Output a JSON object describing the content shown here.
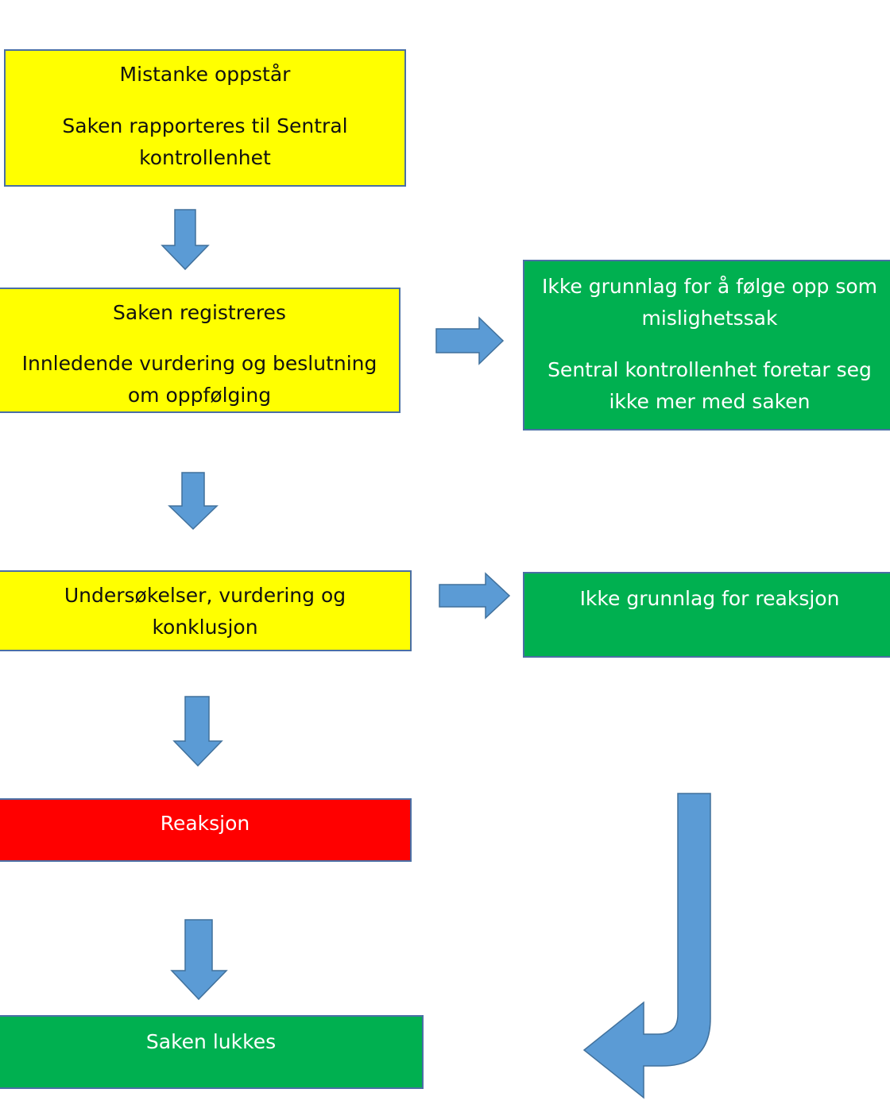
{
  "diagram": {
    "type": "flowchart",
    "colors": {
      "step": "#ffff00",
      "outcome_no_action": "#00b050",
      "reaction": "#ff0000",
      "arrow": "#5b9bd5"
    },
    "steps": [
      {
        "id": "mistanke",
        "lines": [
          "Mistanke oppstår",
          "Saken rapporteres til Sentral kontrollenhet"
        ]
      },
      {
        "id": "registreres",
        "lines": [
          "Saken registreres",
          "Innledende vurdering og beslutning om oppfølging"
        ]
      },
      {
        "id": "undersokelser",
        "lines": [
          "Undersøkelser, vurdering og konklusjon"
        ]
      },
      {
        "id": "reaksjon",
        "lines": [
          "Reaksjon"
        ]
      },
      {
        "id": "lukkes",
        "lines": [
          "Saken lukkes"
        ]
      }
    ],
    "side_outcomes": [
      {
        "id": "ikke-grunnlag-oppfolging",
        "lines": [
          "Ikke grunnlag for å følge opp som mislighetssak",
          "Sentral kontrollenhet foretar seg ikke mer med saken"
        ]
      },
      {
        "id": "ikke-grunnlag-reaksjon",
        "lines": [
          "Ikke grunnlag for reaksjon"
        ]
      }
    ],
    "connections": [
      {
        "from": "mistanke",
        "to": "registreres"
      },
      {
        "from": "registreres",
        "to": "ikke-grunnlag-oppfolging"
      },
      {
        "from": "registreres",
        "to": "undersokelser"
      },
      {
        "from": "undersokelser",
        "to": "ikke-grunnlag-reaksjon"
      },
      {
        "from": "undersokelser",
        "to": "reaksjon"
      },
      {
        "from": "reaksjon",
        "to": "lukkes"
      },
      {
        "from": "ikke-grunnlag-reaksjon",
        "to": "lukkes"
      }
    ]
  }
}
